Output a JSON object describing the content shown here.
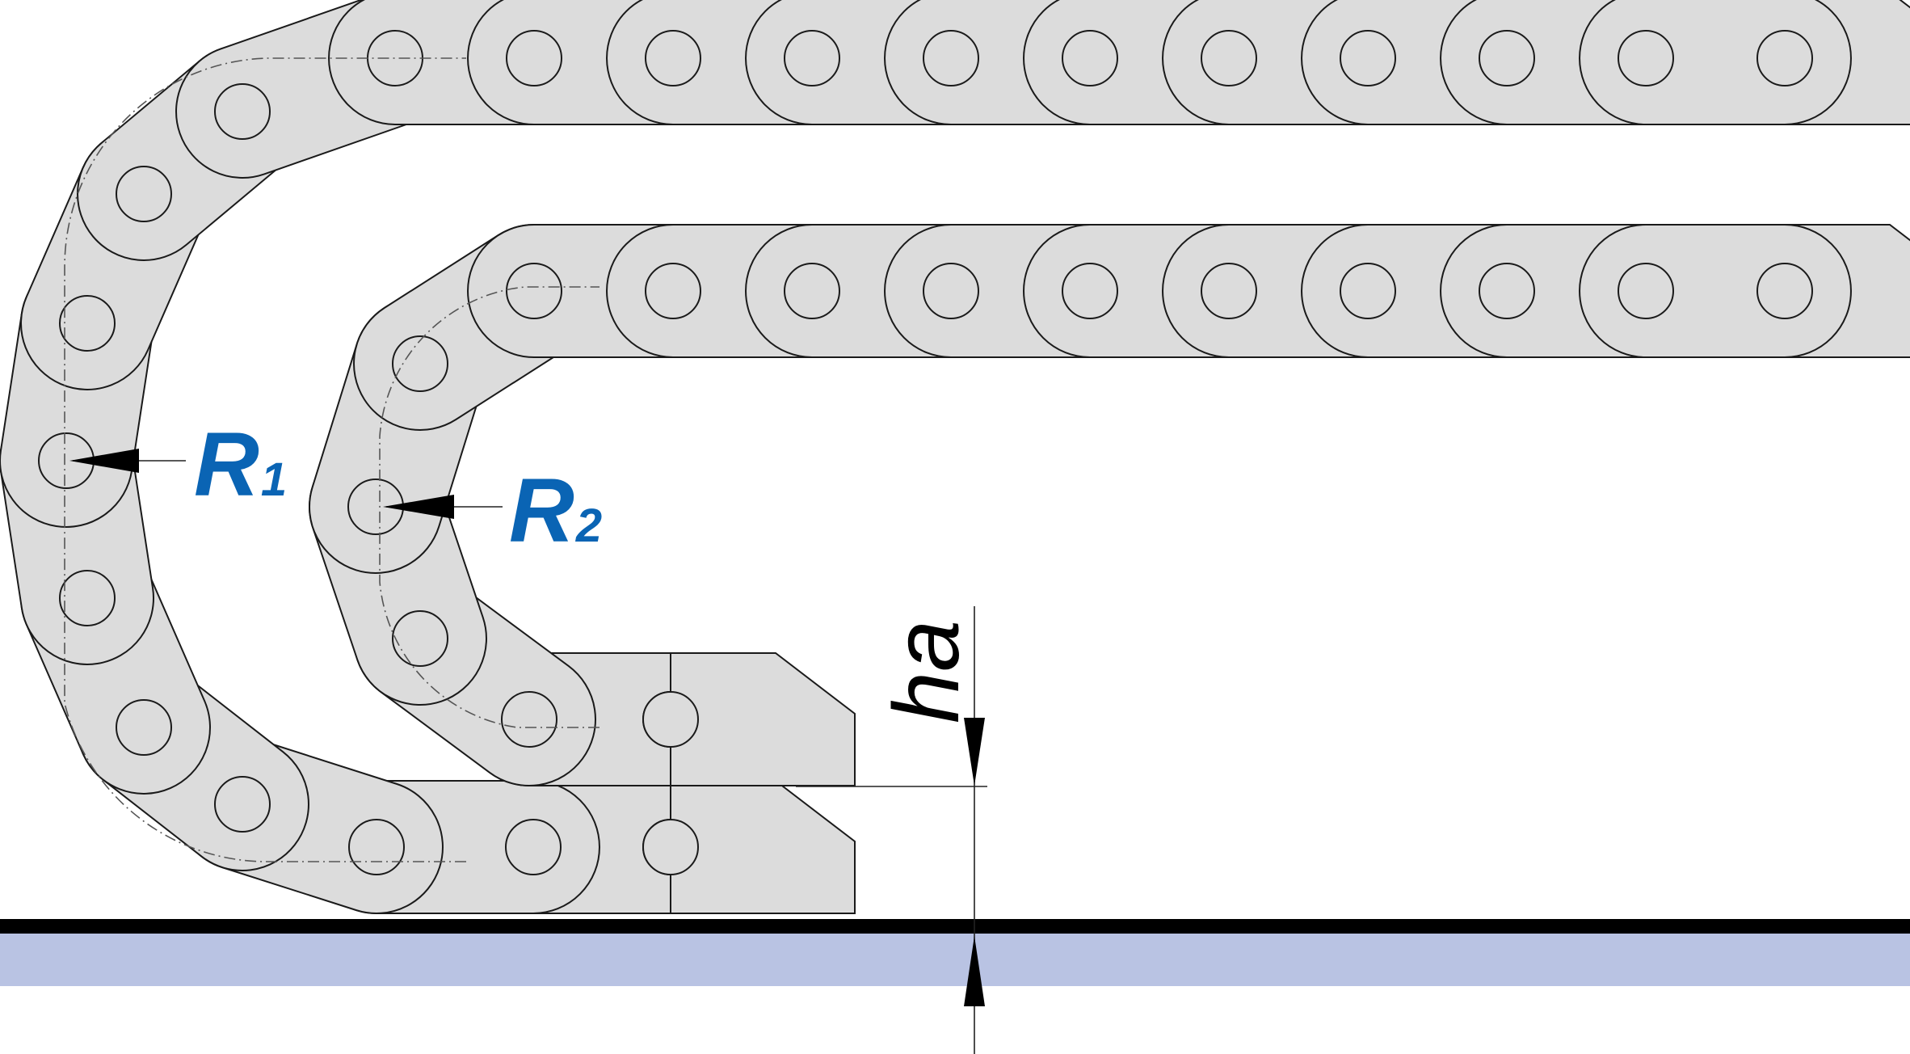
{
  "labels": {
    "r1_main": "R",
    "r1_sub": "1",
    "r2_main": "R",
    "r2_sub": "2",
    "ha": "ha"
  },
  "colors": {
    "link_fill": "#dcdcdc",
    "link_stroke": "#1a1a1a",
    "label_blue": "#0a64b4",
    "floor_bar": "#000000",
    "floor_fill": "#b9c3e3",
    "centerline": "#444444"
  },
  "icons": {
    "radius_arrow": "arrowhead-pointing-left",
    "dimension_arrow": "arrowhead-vertical"
  }
}
